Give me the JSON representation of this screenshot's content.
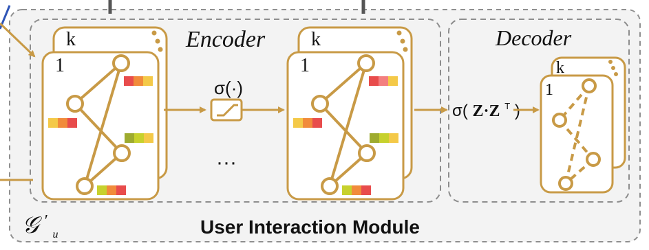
{
  "title": {
    "module": "User Interaction Module",
    "graph_symbol": "𝒢",
    "graph_prime": "′",
    "graph_sub": "u"
  },
  "sections": {
    "encoder": "Encoder",
    "decoder": "Decoder"
  },
  "labels": {
    "activation": "σ(·)",
    "ellipsis": "···",
    "decoder_fn_prefix": "σ(",
    "decoder_fn_bold": "Z·Z",
    "decoder_fn_sup": "T",
    "decoder_fn_suffix": ")"
  },
  "stacks": {
    "encoder_left": {
      "front": "1",
      "back": "k"
    },
    "encoder_right": {
      "front": "1",
      "back": "k"
    },
    "decoder": {
      "front": "1",
      "back": "k"
    }
  },
  "colors": {
    "gold": "#c89a46",
    "gold_dark": "#a8772b",
    "gray_dash": "#8d8d8d",
    "panel_bg": "#f3f3f3",
    "red": "#e84c4c",
    "orange": "#f18b3b",
    "yellow": "#f4c948",
    "lime": "#c7d12d",
    "olive": "#9eab2f",
    "pink": "#f37f7f",
    "blue": "#2f55b7"
  },
  "icons": {
    "activation": "sigmoid-curve-icon"
  }
}
